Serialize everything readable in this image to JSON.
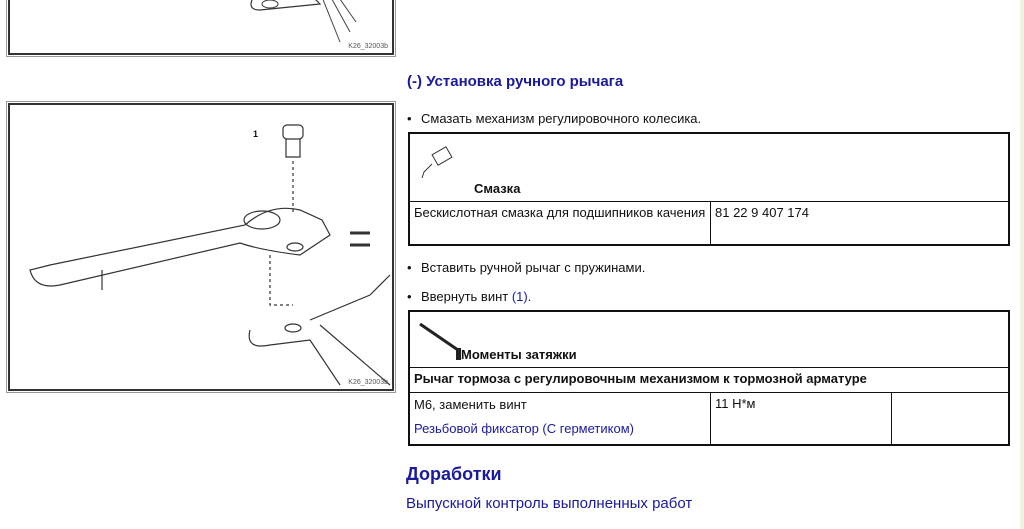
{
  "figures": [
    {
      "label": "K26_32003b"
    },
    {
      "label": "K26_32003b",
      "callout": "1"
    }
  ],
  "section_title": "(-) Установка ручного рычага",
  "steps": [
    {
      "text": "Смазать механизм регулировочного колесика."
    },
    {
      "text": "Вставить ручной рычаг с пружинами."
    },
    {
      "text": "Ввернуть винт ",
      "link": "(1)",
      "suffix": "."
    }
  ],
  "lubricant_table": {
    "icon": "grease-gun-icon",
    "title": "Смазка",
    "rows": [
      {
        "name": "Бескислотная смазка для подшипников качения",
        "part_number": "81 22 9 407 174"
      }
    ]
  },
  "torque_table": {
    "icon": "torque-wrench-icon",
    "title": "Моменты затяжки",
    "subtitle": "Рычаг тормоза с регулировочным механизмом к тормозной арматуре",
    "rows": [
      {
        "item": "M6, заменить винт",
        "note_link": "Резьбовой фиксатор (С герметиком)",
        "value": "11 Н*м",
        "extra": ""
      }
    ]
  },
  "followup": {
    "title": "Доработки",
    "link": "Выпускной контроль выполненных работ"
  }
}
